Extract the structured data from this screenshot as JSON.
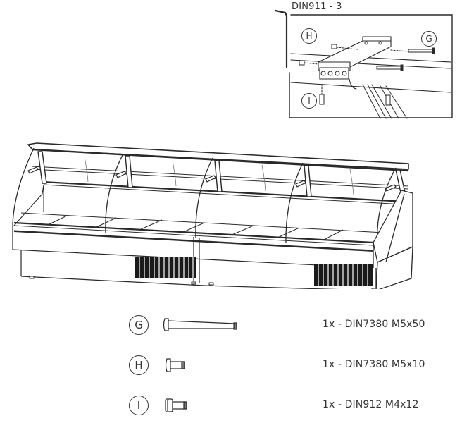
{
  "inset": {
    "title": "DIN911 - 3",
    "tool": "allen-key",
    "callouts": [
      {
        "letter": "H",
        "position": "top-left"
      },
      {
        "letter": "G",
        "position": "top-right"
      },
      {
        "letter": "I",
        "position": "bottom-left"
      }
    ]
  },
  "main_drawing": {
    "subject": "refrigerated display counter",
    "modules": 2,
    "glass_sections": 4
  },
  "parts": [
    {
      "letter": "G",
      "quantity_label": "1x - DIN7380 M5x50",
      "icon": "long-bolt-icon"
    },
    {
      "letter": "H",
      "quantity_label": "1x - DIN7380 M5x10",
      "icon": "short-bolt-icon"
    },
    {
      "letter": "I",
      "quantity_label": "1x - DIN912 M4x12",
      "icon": "socket-cap-screw-icon"
    }
  ],
  "colors": {
    "line": "#2a2a2a",
    "grille": "#1a1a1a",
    "background": "#ffffff"
  }
}
